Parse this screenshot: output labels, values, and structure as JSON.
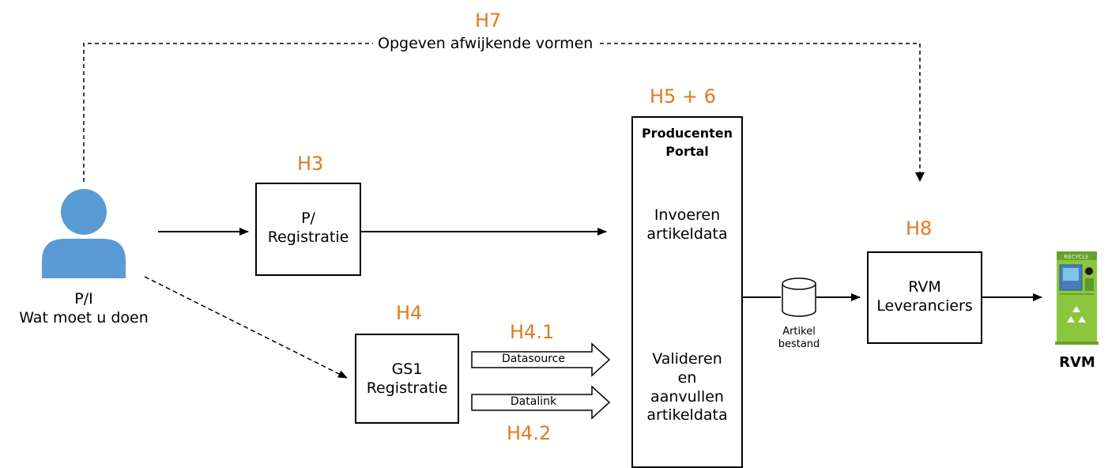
{
  "headings": {
    "h7": "H7",
    "h3": "H3",
    "h4": "H4",
    "h4_1": "H4.1",
    "h4_2": "H4.2",
    "h5_6": "H5 + 6",
    "h8": "H8"
  },
  "feedback_label": "Opgeven afwijkende vormen",
  "person": {
    "line1": "P/I",
    "line2": "Wat moet u doen"
  },
  "pi_registratie": {
    "line1": "P/",
    "line2": "Registratie"
  },
  "gs1_registratie": {
    "line1": "GS1",
    "line2": "Registratie"
  },
  "connectors": {
    "datasource": "Datasource",
    "datalink": "Datalink"
  },
  "portal": {
    "title_line1": "Producenten",
    "title_line2": "Portal",
    "invoeren_line1": "Invoeren",
    "invoeren_line2": "artikeldata",
    "valideren_line1": "Valideren",
    "valideren_line2": "en",
    "valideren_line3": "aanvullen",
    "valideren_line4": "artikeldata"
  },
  "database": {
    "line1": "Artikel",
    "line2": "bestand"
  },
  "rvm_leveranciers": {
    "line1": "RVM",
    "line2": "Leveranciers"
  },
  "rvm_machine": {
    "label": "RVM",
    "sign_text": "RECYCLE"
  },
  "colors": {
    "heading": "#e07a1f",
    "person": "#5b9bd5",
    "machine_green": "#8cc63f"
  }
}
